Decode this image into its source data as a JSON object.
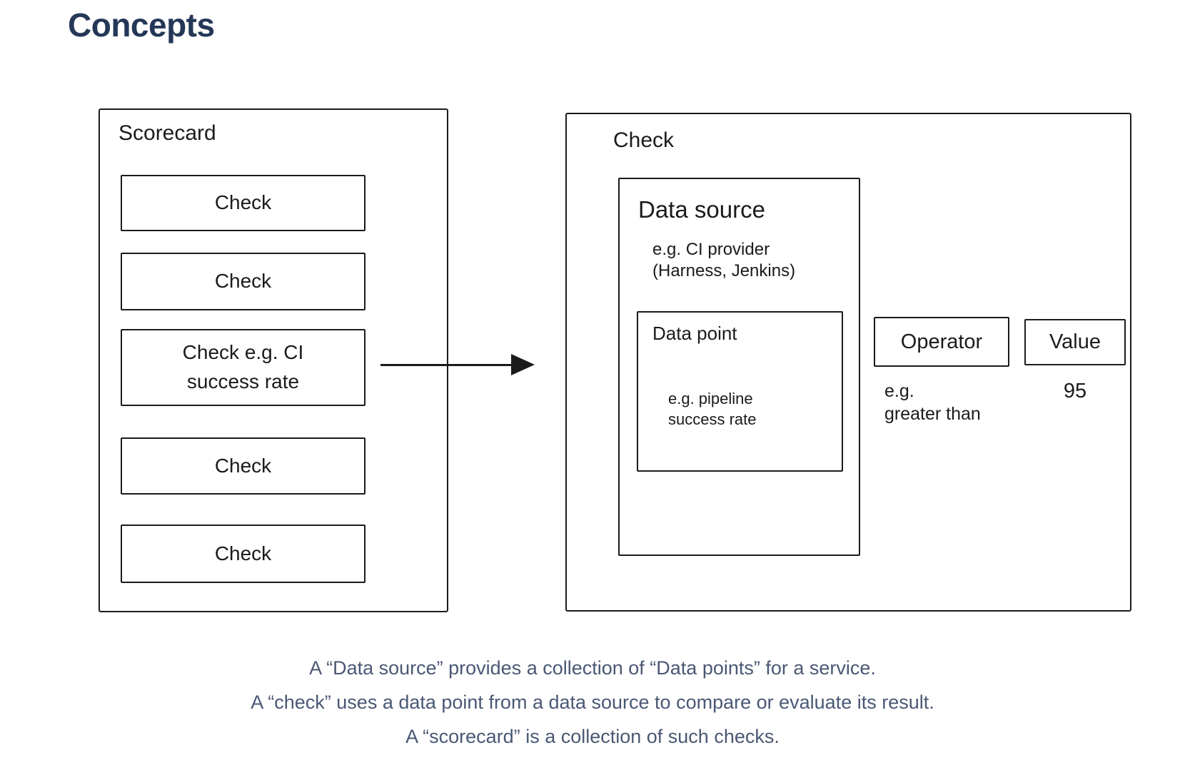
{
  "title": "Concepts",
  "diagram": {
    "scorecard": {
      "label": "Scorecard",
      "checks": [
        {
          "label": "Check"
        },
        {
          "label": "Check"
        },
        {
          "label": "Check e.g. CI success rate"
        },
        {
          "label": "Check"
        },
        {
          "label": "Check"
        }
      ]
    },
    "check_panel": {
      "label": "Check",
      "data_source": {
        "label": "Data source",
        "example_line1": "e.g. CI provider",
        "example_line2": "(Harness, Jenkins)",
        "data_point": {
          "label": "Data point",
          "example_line1": "e.g. pipeline",
          "example_line2": "success rate"
        }
      },
      "operator": {
        "label": "Operator",
        "example_line1": "e.g.",
        "example_line2": "greater than"
      },
      "value": {
        "label": "Value",
        "example": "95"
      }
    }
  },
  "footer": {
    "lines": [
      "A “Data source” provides a collection of “Data points” for a service.",
      "A “check” uses a data point from a data source to compare or evaluate its result.",
      "A “scorecard” is a collection of such checks."
    ]
  },
  "colors": {
    "heading": "#243757",
    "body_text": "#4a5874",
    "stroke": "#1b1b1b",
    "background": "#ffffff"
  }
}
